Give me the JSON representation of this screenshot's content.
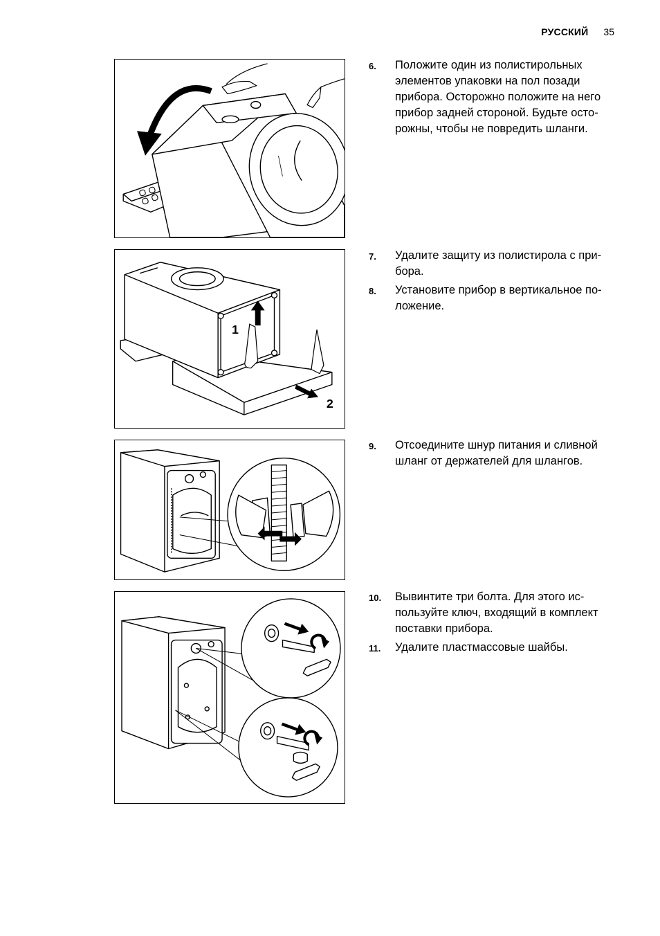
{
  "header": {
    "language": "РУССКИЙ",
    "page_number": "35"
  },
  "figures": [
    {
      "id": "fig-1",
      "icon": "machine-tilt-back-illustration"
    },
    {
      "id": "fig-2",
      "icon": "remove-polystyrene-illustration",
      "callouts": [
        "1",
        "2"
      ]
    },
    {
      "id": "fig-3",
      "icon": "hose-holder-illustration"
    },
    {
      "id": "fig-4",
      "icon": "transit-bolts-illustration"
    }
  ],
  "sections": [
    {
      "steps": [
        {
          "num": "6.",
          "text": "Положите один из полистирольных элементов упаковки на пол позади прибора. Осторожно положите на него прибор задней стороной. Будьте осто- рожны, чтобы не повредить шланги."
        }
      ]
    },
    {
      "steps": [
        {
          "num": "7.",
          "text": "Удалите защиту из полистирола с при- бора."
        },
        {
          "num": "8.",
          "text": "Установите прибор в вертикальное по- ложение."
        }
      ]
    },
    {
      "steps": [
        {
          "num": "9.",
          "text": "Отсоедините шнур питания и сливной шланг от держателей для шлангов."
        }
      ]
    },
    {
      "steps": [
        {
          "num": "10.",
          "text": "Вывинтите три болта. Для этого ис- пользуйте ключ, входящий в комплект поставки прибора."
        },
        {
          "num": "11.",
          "text": "Удалите пластмассовые шайбы."
        }
      ]
    }
  ]
}
